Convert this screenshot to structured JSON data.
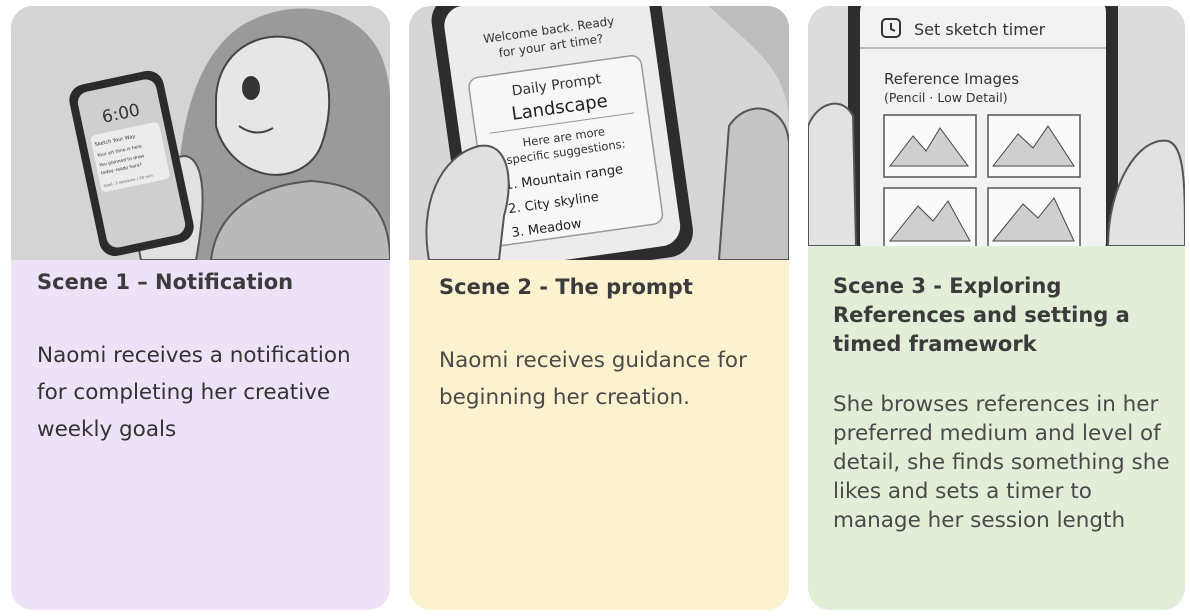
{
  "scenes": [
    {
      "title": "Scene 1 – Notification",
      "body": "Naomi receives a notification for completing her creative weekly goals",
      "phone": {
        "time": "6:00",
        "app": "Sketch Your Way",
        "line1": "Your art time is here",
        "line2": "You planned to draw",
        "line3": "today–ready here?",
        "line4": "Goal: 3 sessions / 30 min"
      }
    },
    {
      "title": "Scene 2 - The prompt",
      "body": "Naomi receives guidance for beginning her creation.",
      "phone": {
        "welcome1": "Welcome back. Ready",
        "welcome2": "for your art time?",
        "prompt_label": "Daily Prompt",
        "prompt_value": "Landscape",
        "suggest1": "Here are more",
        "suggest2": "specific suggestions:",
        "items": [
          "1. Mountain range",
          "2. City skyline",
          "3. Meadow"
        ]
      }
    },
    {
      "title": "Scene 3 - Exploring References and setting a timed framework",
      "body": "She browses references in her preferred medium and level of detail, she finds something she likes and sets a timer to manage her session length",
      "phone": {
        "timer_label": "Set sketch timer",
        "ref_title": "Reference Images",
        "ref_sub": "(Pencil · Low Detail)"
      }
    }
  ],
  "colors": {
    "scene1_bg": "#ede2f7",
    "scene2_bg": "#fbf3cf",
    "scene3_bg": "#e2eed8"
  }
}
